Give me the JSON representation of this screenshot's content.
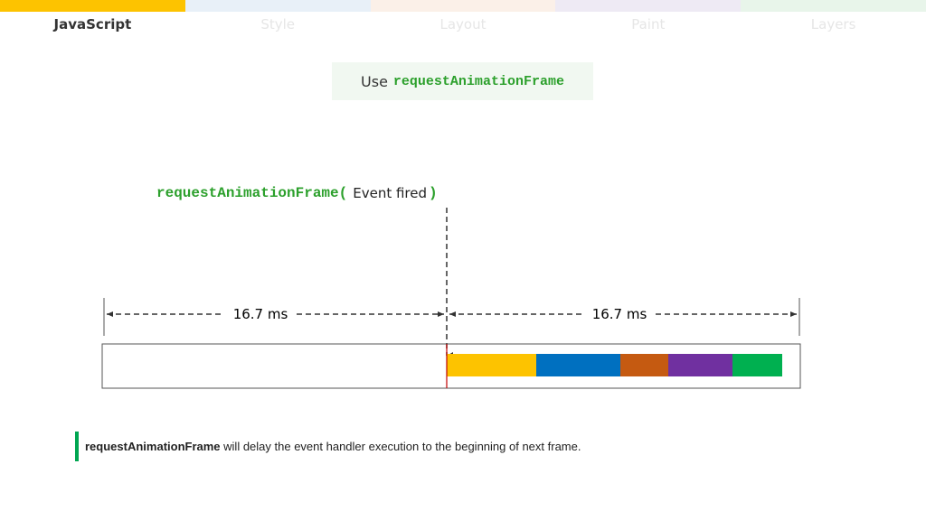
{
  "header": {
    "tabs": [
      {
        "label": "JavaScript",
        "active": true,
        "color": "#fdc300"
      },
      {
        "label": "Style",
        "active": false,
        "color": "#e8f0f8"
      },
      {
        "label": "Layout",
        "active": false,
        "color": "#fbf0e8"
      },
      {
        "label": "Paint",
        "active": false,
        "color": "#eeeaf4"
      },
      {
        "label": "Layers",
        "active": false,
        "color": "#e8f5ea"
      }
    ]
  },
  "tip": {
    "prefix": "Use",
    "code": "requestAnimationFrame"
  },
  "raf_call": {
    "open": "requestAnimationFrame(",
    "event": "Event fired",
    "close": ")"
  },
  "timeline": {
    "left_interval": "16.7 ms",
    "right_interval": "16.7 ms",
    "tasks": [
      {
        "name": "JavaScript",
        "color": "#fdc300"
      },
      {
        "name": "Style",
        "color": "#0070c0"
      },
      {
        "name": "Layout",
        "color": "#c55a11"
      },
      {
        "name": "Paint",
        "color": "#7030a0"
      },
      {
        "name": "Layers",
        "color": "#00b050"
      }
    ]
  },
  "note": {
    "strong": "requestAnimationFrame",
    "rest": " will delay the event handler execution to the beginning of next frame."
  }
}
